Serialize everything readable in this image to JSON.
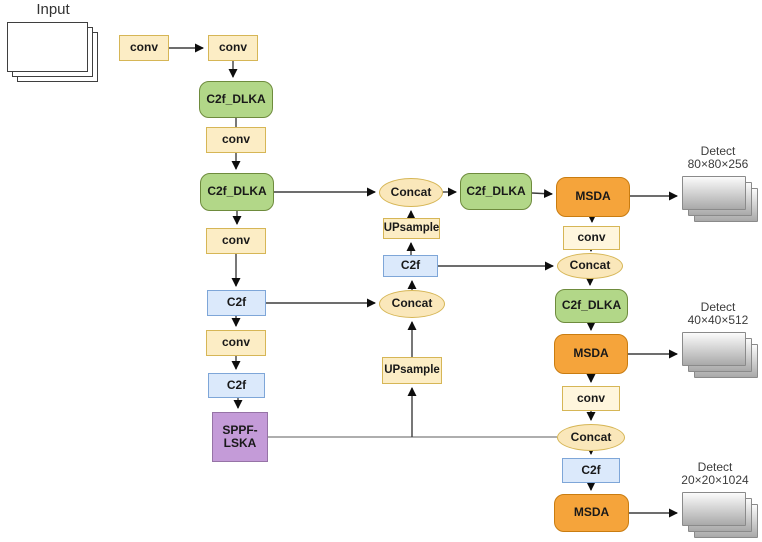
{
  "diagram": {
    "input": {
      "label": "Input"
    },
    "node_labels": {
      "conv": "conv",
      "c2f": "C2f",
      "c2f_dlka": "C2f_DLKA",
      "msda": "MSDA",
      "concat": "Concat",
      "upsample": "UPsample",
      "sppf_line1": "SPPF-",
      "sppf_line2": "LSKA"
    },
    "detect_heads": [
      {
        "title": "Detect",
        "size": "80×80×256"
      },
      {
        "title": "Detect",
        "size": "40×40×512"
      },
      {
        "title": "Detect",
        "size": "20×20×1024"
      }
    ],
    "colors": {
      "conv_fill": "#FCEDC5",
      "conv_border": "#D6B656",
      "conv_light_fill": "#FFF6DD",
      "c2f_fill": "#DBE9FB",
      "c2f_border": "#7EA6D8",
      "green_fill": "#B2D788",
      "green_border": "#6E8B3D",
      "orange_fill": "#F5A43B",
      "orange_border": "#C97C10",
      "purple_fill": "#C49BD8",
      "purple_border": "#9673A6",
      "concat_fill": "#FAE7BA",
      "concat_border": "#D6B656",
      "edge": "#3d3d3d",
      "edge_gray": "#7d7d7d"
    }
  }
}
